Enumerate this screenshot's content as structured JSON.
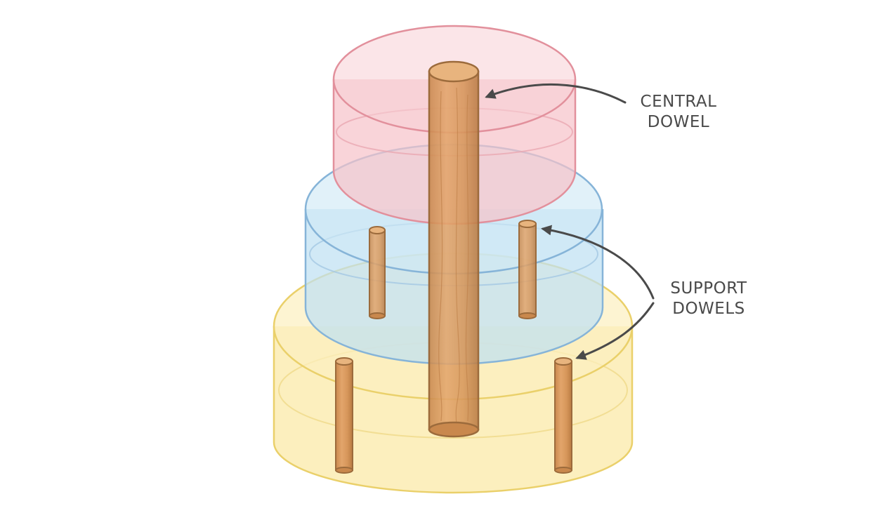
{
  "labels": {
    "central_line1": "CENTRAL",
    "central_line2": "DOWEL",
    "support_line1": "SUPPORT",
    "support_line2": "DOWELS"
  },
  "colors": {
    "tier_top_fill": "#f4b8c0",
    "tier_top_stroke": "#e2909c",
    "tier_middle_fill": "#b8dcf0",
    "tier_middle_stroke": "#86b4d8",
    "tier_bottom_fill": "#f8e08a",
    "tier_bottom_stroke": "#ead06a",
    "dowel_fill": "#d99a5e",
    "dowel_stroke": "#9c6b3c",
    "label_text": "#4a4a4a"
  }
}
